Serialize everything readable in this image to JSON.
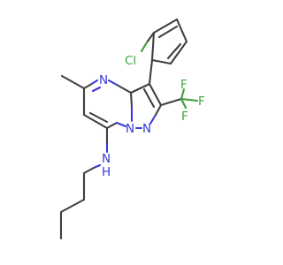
{
  "structure": {
    "atoms": {
      "cl": "Cl",
      "f_top": "F",
      "f_right": "F",
      "f_bottom": "F",
      "n_ring_top": "N",
      "n_bridge": "N",
      "n_pyrazole": "N",
      "n_amine": "N",
      "h_amine": "H"
    },
    "colors": {
      "bond": "#404040",
      "nitrogen": "#3838d8",
      "halogen": "#3ca83c",
      "background": "#ffffff"
    }
  }
}
